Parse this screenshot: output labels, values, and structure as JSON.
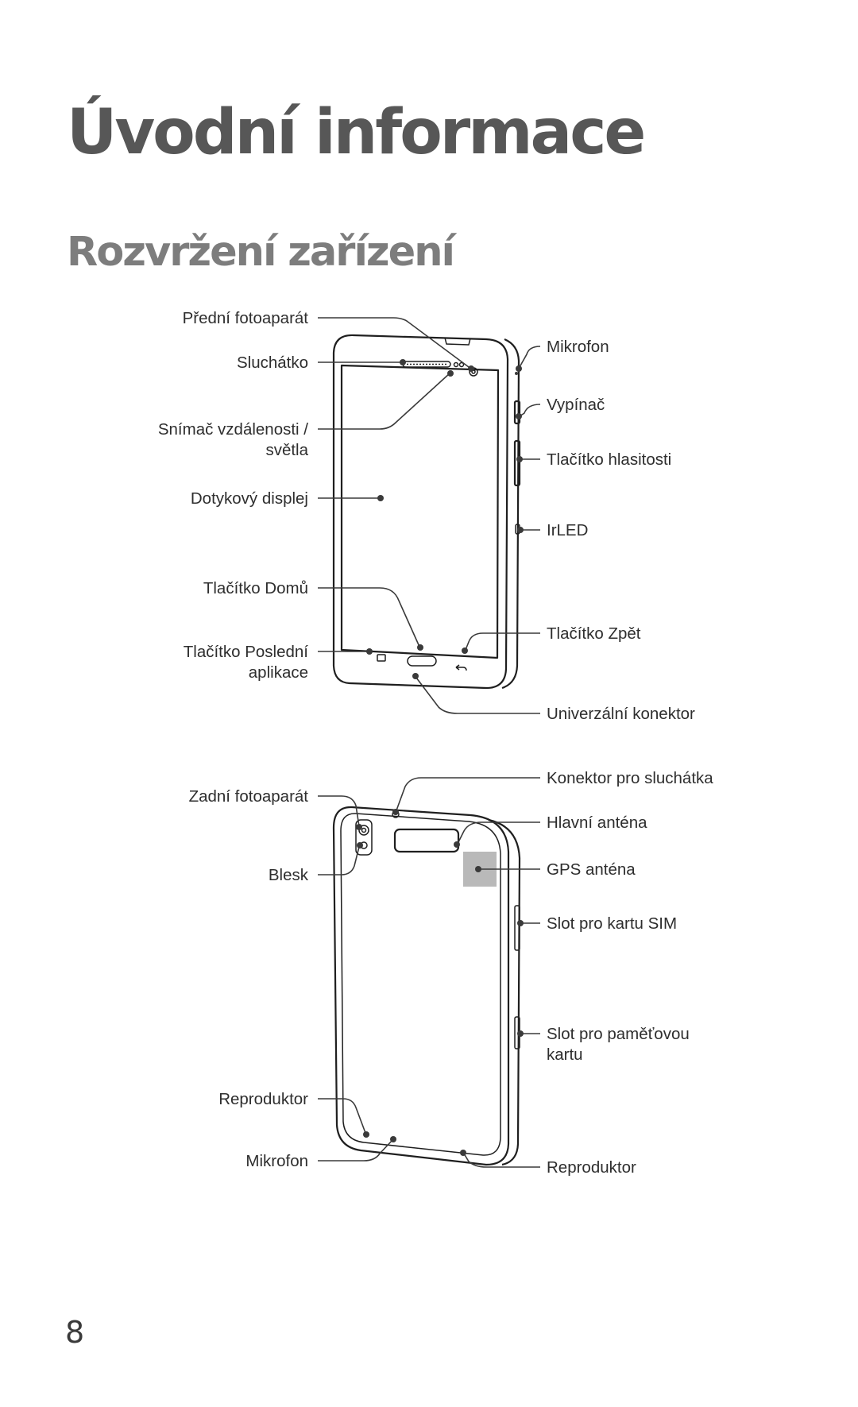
{
  "chapter_title": "Úvodní informace",
  "section_title": "Rozvržení zařízení",
  "page_number": "8",
  "front_labels": {
    "front_camera": "Přední fotoaparát",
    "earpiece": "Sluchátko",
    "proximity_line1": "Snímač vzdálenosti /",
    "proximity_line2": "světla",
    "touchscreen": "Dotykový displej",
    "home_key": "Tlačítko Domů",
    "recent_apps_line1": "Tlačítko Poslední",
    "recent_apps_line2": "aplikace",
    "microphone": "Mikrofon",
    "power_key": "Vypínač",
    "volume_key": "Tlačítko hlasitosti",
    "irled": "IrLED",
    "back_key": "Tlačítko Zpět",
    "multipurpose_jack": "Univerzální konektor"
  },
  "back_labels": {
    "rear_camera": "Zadní fotoaparát",
    "flash": "Blesk",
    "speaker_left": "Reproduktor",
    "microphone": "Mikrofon",
    "headset_jack": "Konektor pro sluchátka",
    "main_antenna": "Hlavní anténa",
    "gps_antenna": "GPS anténa",
    "sim_slot": "Slot pro kartu SIM",
    "memory_slot_line1": "Slot pro paměťovou",
    "memory_slot_line2": "kartu",
    "speaker_right": "Reproduktor"
  },
  "colors": {
    "chapter_title": "#575757",
    "section_title": "#7d7d7d",
    "gps_patch": "#b9b9b9"
  }
}
